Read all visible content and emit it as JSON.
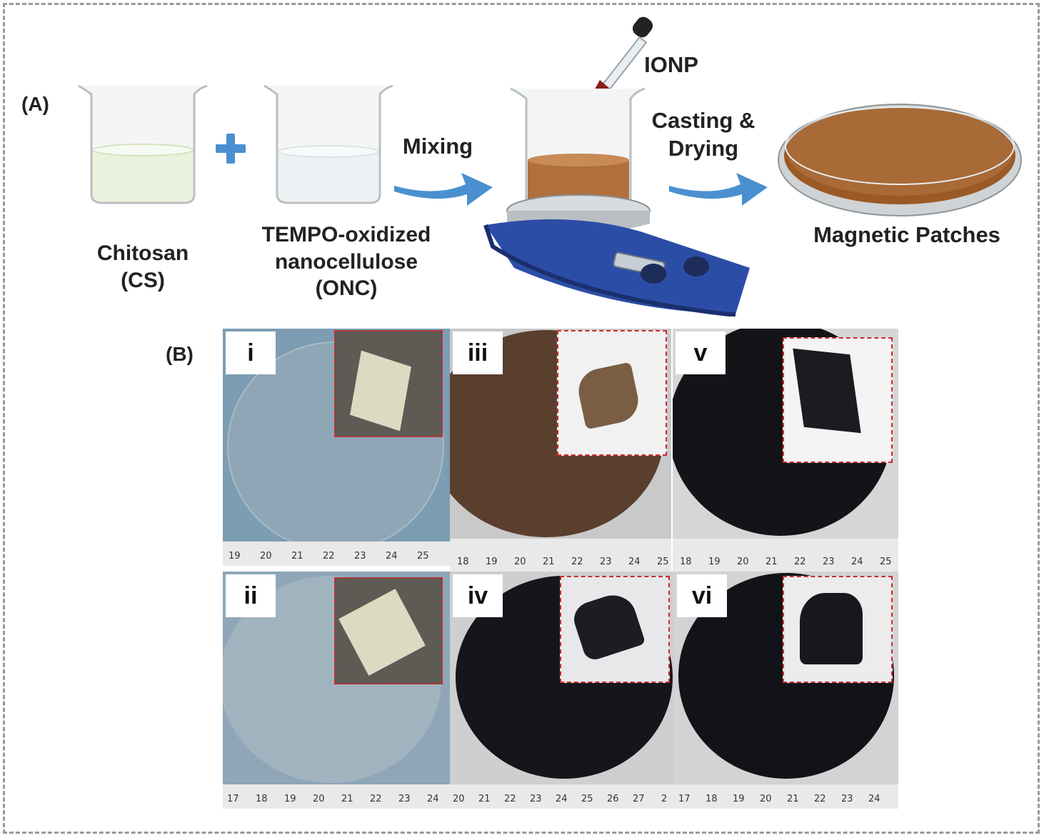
{
  "panel_a": {
    "label": "(A)",
    "chitosan_label": "Chitosan\n(CS)",
    "onc_label": "TEMPO-oxidized\nnanocellulose\n(ONC)",
    "mixing_label": "Mixing",
    "ionp_label": "IONP",
    "casting_label": "Casting &\nDrying",
    "patches_label": "Magnetic Patches",
    "colors": {
      "plus": "#4a90d0",
      "arrow": "#4a90d0",
      "suspension": "#b0703e",
      "stirrer": "#2c4da6"
    }
  },
  "panel_b": {
    "label": "(B)",
    "tiles": [
      {
        "id": "i",
        "label": "i",
        "ruler": [
          "19",
          "20",
          "21",
          "22",
          "23",
          "24",
          "25"
        ],
        "disc_color": "#8fa6b7",
        "bg": "#7d9db3"
      },
      {
        "id": "iii",
        "label": "iii",
        "ruler": [
          "18",
          "19",
          "20",
          "21",
          "22",
          "23",
          "24",
          "25"
        ],
        "disc_color": "#5a3f2e",
        "bg": "#c9c9c9"
      },
      {
        "id": "v",
        "label": "v",
        "ruler": [
          "18",
          "19",
          "20",
          "21",
          "22",
          "23",
          "24",
          "25"
        ],
        "disc_color": "#141418",
        "bg": "#d6d6d6"
      },
      {
        "id": "ii",
        "label": "ii",
        "ruler": [
          "17",
          "18",
          "19",
          "20",
          "21",
          "22",
          "23",
          "24"
        ],
        "disc_color": "#a2b3c0",
        "bg": "#8ea6b8"
      },
      {
        "id": "iv",
        "label": "iv",
        "ruler": [
          "20",
          "21",
          "22",
          "23",
          "24",
          "25",
          "26",
          "27",
          "2"
        ],
        "disc_color": "#15161b",
        "bg": "#cfcfcf"
      },
      {
        "id": "vi",
        "label": "vi",
        "ruler": [
          "17",
          "18",
          "19",
          "20",
          "21",
          "22",
          "23",
          "24"
        ],
        "disc_color": "#121318",
        "bg": "#d3d3d3"
      }
    ]
  }
}
